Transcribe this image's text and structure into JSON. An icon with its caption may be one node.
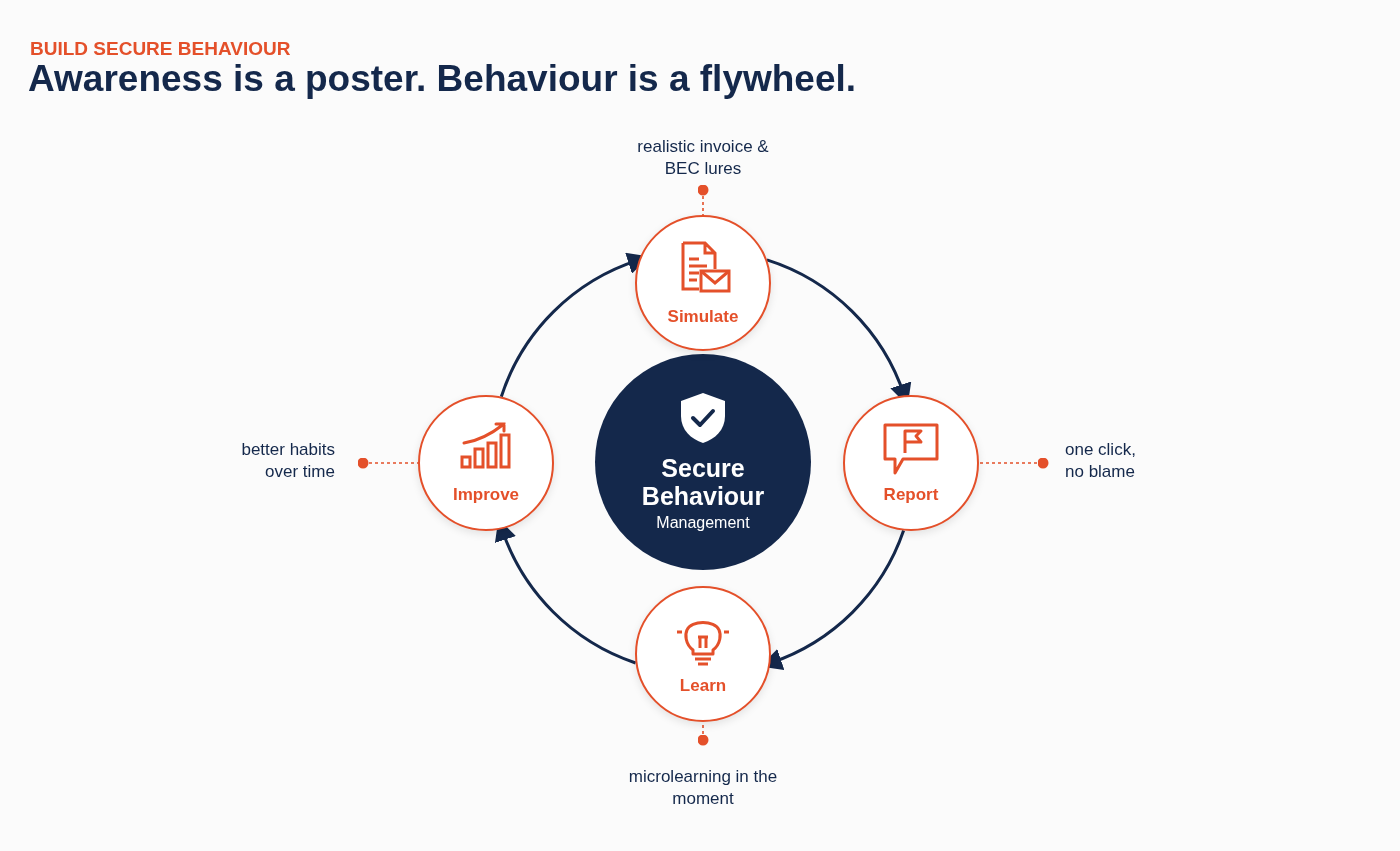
{
  "diagram": {
    "title": "Awareness is a poster. Behaviour is a flywheel.",
    "nodes": [
      {
        "text": [
          "Secure Behaviour",
          "Management"
        ]
      },
      {
        "text": [
          "Simulate"
        ]
      },
      {
        "text": [
          "Report"
        ]
      },
      {
        "text": [
          "Learn"
        ]
      },
      {
        "text": [
          "Improve"
        ]
      },
      {
        "text": [
          "realistic invoice & BEC lures"
        ]
      },
      {
        "text": [
          "one click, no blame"
        ]
      },
      {
        "text": [
          "microlearning in the moment"
        ]
      },
      {
        "text": [
          "better habits over time"
        ]
      }
    ],
    "edges": [
      {
        "from": 1,
        "to": 2,
        "arrow": "to"
      },
      {
        "from": 2,
        "to": 3,
        "arrow": "to"
      },
      {
        "from": 3,
        "to": 4,
        "arrow": "to"
      },
      {
        "from": 4,
        "to": 1,
        "arrow": "to"
      },
      {
        "from": 5,
        "to": 1,
        "arrow": "other",
        "style": "dashed",
        "color": "#e4502a"
      },
      {
        "from": 6,
        "to": 2,
        "arrow": "other",
        "style": "dashed",
        "color": "#e4502a"
      },
      {
        "from": 7,
        "to": 3,
        "arrow": "other",
        "style": "dashed",
        "color": "#e4502a"
      },
      {
        "from": 8,
        "to": 4,
        "arrow": "other",
        "style": "dashed",
        "color": "#e4502a"
      }
    ],
    "labels": [
      "BUILD SECURE BEHAVIOUR"
    ]
  }
}
